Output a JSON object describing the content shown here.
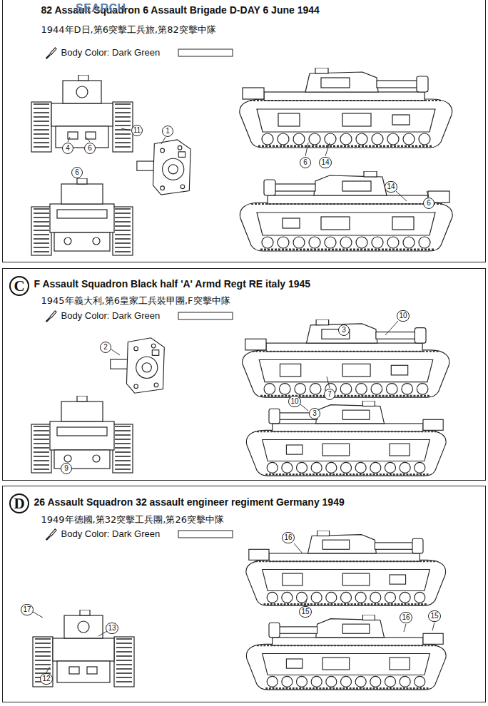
{
  "diagram": {
    "nodes": [
      {
        "text": [
          "82 Assault Squadron 6 Assault Brigade D-DAY 6 June 1944",
          "1944年D日,第6突擊工兵旅,第82突擊中隊",
          "Body Color: Dark Green"
        ]
      },
      {
        "text": [
          "F Assault Squadron Black half 'A' Armd Regt RE italy 1945",
          "1945年義大利,第6皇家工兵裝甲團,F突擊中隊",
          "Body Color: Dark Green"
        ]
      },
      {
        "text": [
          "C"
        ],
        "in": 1
      },
      {
        "text": [
          "26 Assault Squadron 32 assault engineer regiment Germany 1949",
          "1949年德國,第32突擊工兵團,第26突擊中隊",
          "Body Color: Dark Green"
        ]
      },
      {
        "text": [
          "D"
        ],
        "in": 3
      }
    ],
    "labels": [
      "SEARCH",
      "11",
      "4",
      "6",
      "1",
      "6",
      "6",
      "14",
      "14",
      "6",
      "2",
      "10",
      "3",
      "7",
      "10",
      "3",
      "9",
      "16",
      "15",
      "16",
      "15",
      "17",
      "13",
      "12"
    ]
  }
}
